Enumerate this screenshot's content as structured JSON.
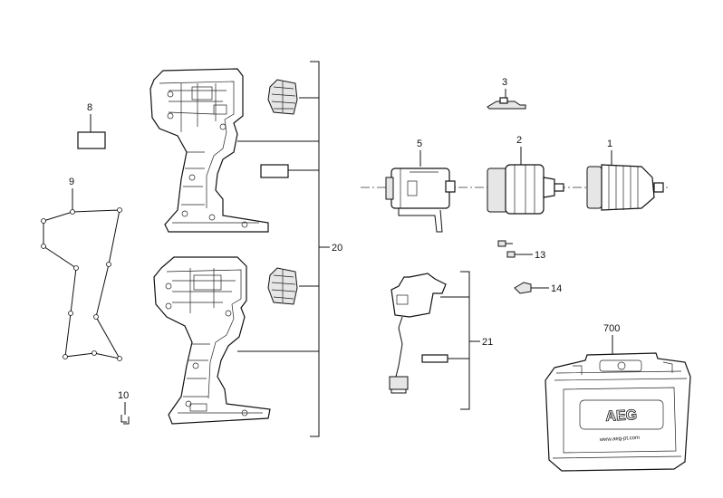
{
  "callouts": {
    "p1": "1",
    "p2": "2",
    "p3": "3",
    "p5": "5",
    "p8": "8",
    "p9": "9",
    "p10": "10",
    "p13": "13",
    "p14": "14",
    "p20": "20",
    "p21": "21",
    "p700": "700"
  },
  "case": {
    "brand": "AEG",
    "url": "www.aeg-pt.com"
  }
}
